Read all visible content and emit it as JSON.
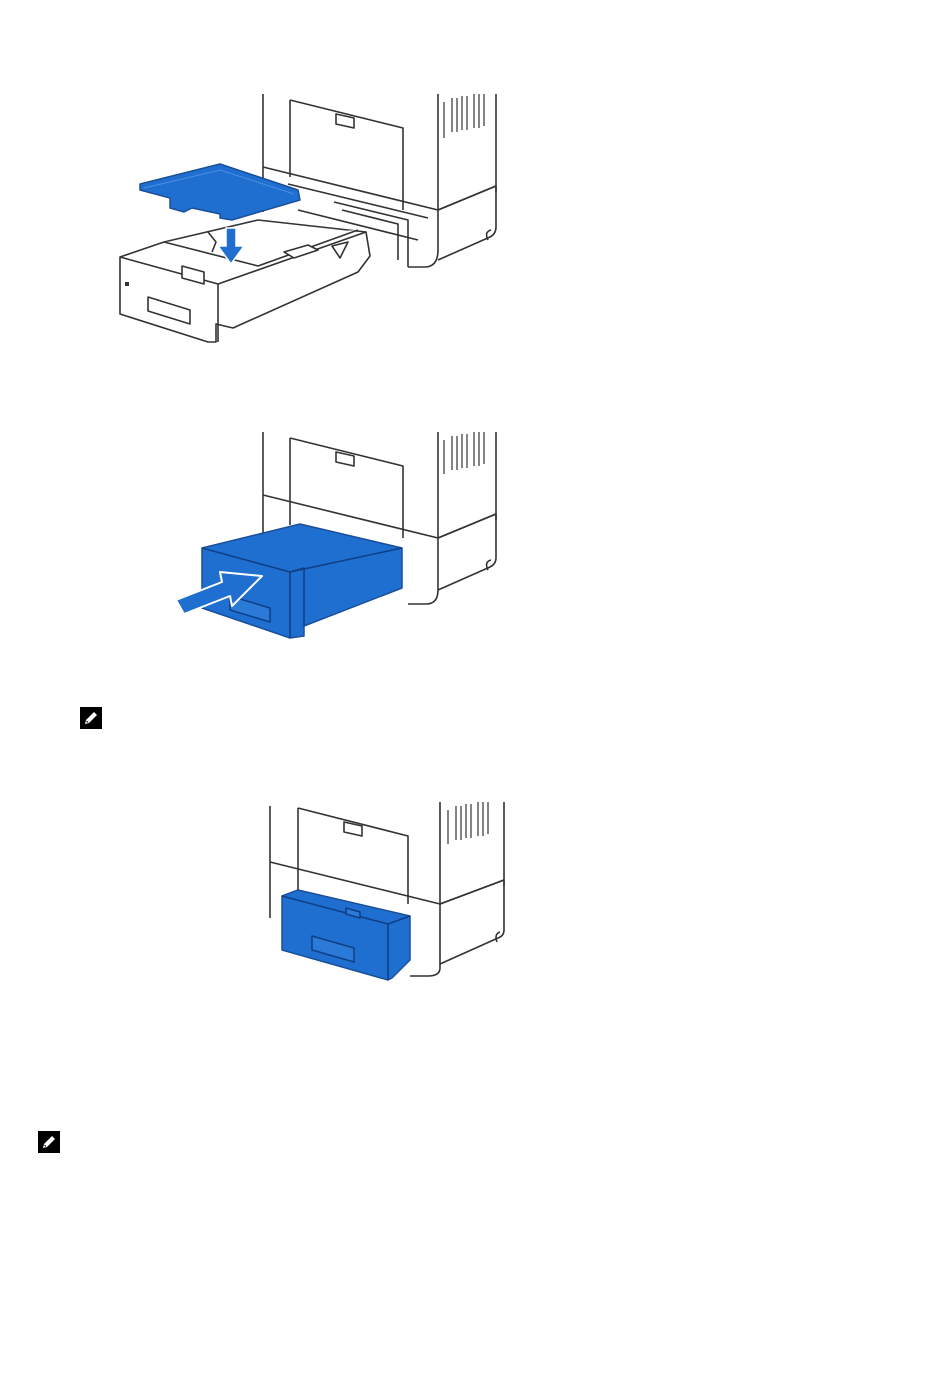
{
  "colors": {
    "accent_blue": "#1f6fd1",
    "line": "#333333",
    "body_fill": "#ffffff",
    "arrow_outline": "#ffffff"
  },
  "figures": [
    {
      "name": "figure-place-tray-cover",
      "icon": "printer-with-tray-cover-illustration"
    },
    {
      "name": "figure-insert-tray",
      "icon": "printer-insert-tray-illustration"
    },
    {
      "name": "figure-tray-installed",
      "icon": "printer-tray-installed-illustration"
    }
  ],
  "notes": [
    {
      "icon": "note-pencil-icon"
    },
    {
      "icon": "note-pencil-icon"
    }
  ]
}
